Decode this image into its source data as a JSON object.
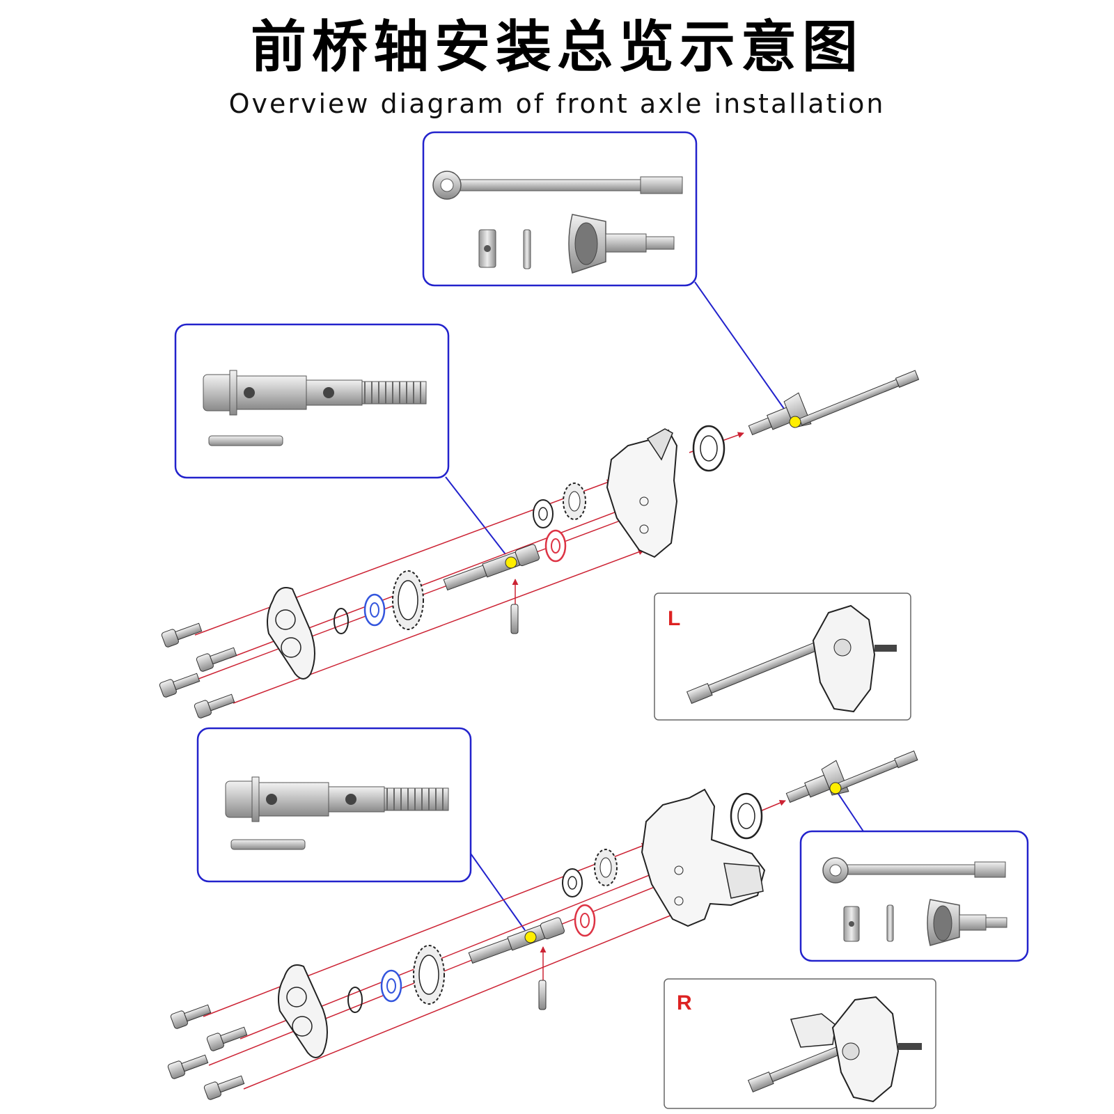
{
  "title_cn": "前桥轴安装总览示意图",
  "title_en": "Overview diagram of front axle installation",
  "labels": {
    "left": "L",
    "right": "R"
  },
  "colors": {
    "callout_border": "#2222cc",
    "assembly_line": "#cc2233",
    "marker": "#ffee00",
    "label": "#dd2222",
    "blue_bearing": "#3355dd",
    "red_bearing": "#dd3344",
    "part_stroke": "#333333",
    "metal": "#c8c8c8"
  },
  "icons": {
    "callout_dogbone": "dogbone-shaft-icon",
    "callout_stub": "threaded-stub-axle-icon",
    "screw": "hex-socket-screw-icon",
    "bearing": "ball-bearing-icon",
    "gear": "spur-gear-icon",
    "housing": "knuckle-housing-icon",
    "marker": "yellow-marker-dot-icon"
  }
}
